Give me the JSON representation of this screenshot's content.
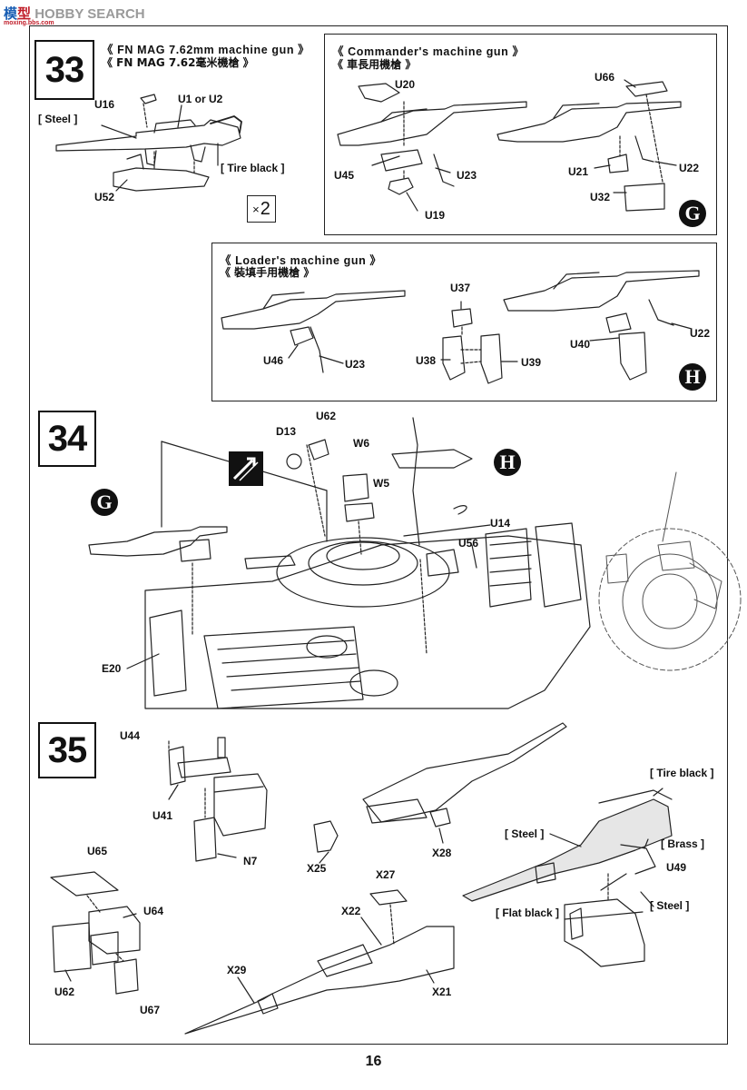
{
  "watermark": {
    "logo_part1": "模",
    "logo_part2": "型",
    "logo_part3": "HOBBY SEARCH",
    "url": "moxing.bbs.com"
  },
  "step33": {
    "number": "33",
    "fn_mag": {
      "title_en": "《 FN MAG 7.62mm machine gun 》",
      "title_zh": "《 FN MAG 7.62毫米機槍 》"
    },
    "labels": {
      "u16": "U16",
      "u1u2": "U1 or U2",
      "steel": "[ Steel ]",
      "tire_black": "[ Tire black ]",
      "u52": "U52"
    },
    "multiplier": {
      "symbol": "×",
      "count": "2"
    },
    "commander": {
      "title_en": "《 Commander's machine gun 》",
      "title_zh": "《 車長用機槍 》",
      "labels": {
        "u20": "U20",
        "u45": "U45",
        "u23": "U23",
        "u19": "U19",
        "u66": "U66",
        "u21": "U21",
        "u22": "U22",
        "u32": "U32"
      },
      "callout": "G"
    },
    "loader": {
      "title_en": "《 Loader's machine gun 》",
      "title_zh": "《 裝填手用機槍 》",
      "labels": {
        "u46": "U46",
        "u23": "U23",
        "u37": "U37",
        "u38": "U38",
        "u39": "U39",
        "u40": "U40",
        "u22": "U22"
      },
      "callout": "H"
    }
  },
  "step34": {
    "number": "34",
    "labels": {
      "u62": "U62",
      "d13": "D13",
      "w6": "W6",
      "w5": "W5",
      "u14": "U14",
      "u56": "U56",
      "e20": "E20"
    },
    "callout_g": "G",
    "callout_h": "H"
  },
  "step35": {
    "number": "35",
    "labels": {
      "u44": "U44",
      "u41": "U41",
      "n7": "N7",
      "u65": "U65",
      "u64": "U64",
      "u62": "U62",
      "u67": "U67",
      "x25": "X25",
      "x28": "X28",
      "x27": "X27",
      "x22": "X22",
      "x21": "X21",
      "x29": "X29",
      "tire_black": "[ Tire black ]",
      "steel_a": "[ Steel ]",
      "brass": "[ Brass ]",
      "u49": "U49",
      "flat_black": "[ Flat black ]",
      "steel_b": "[ Steel ]"
    }
  },
  "page_number": "16"
}
